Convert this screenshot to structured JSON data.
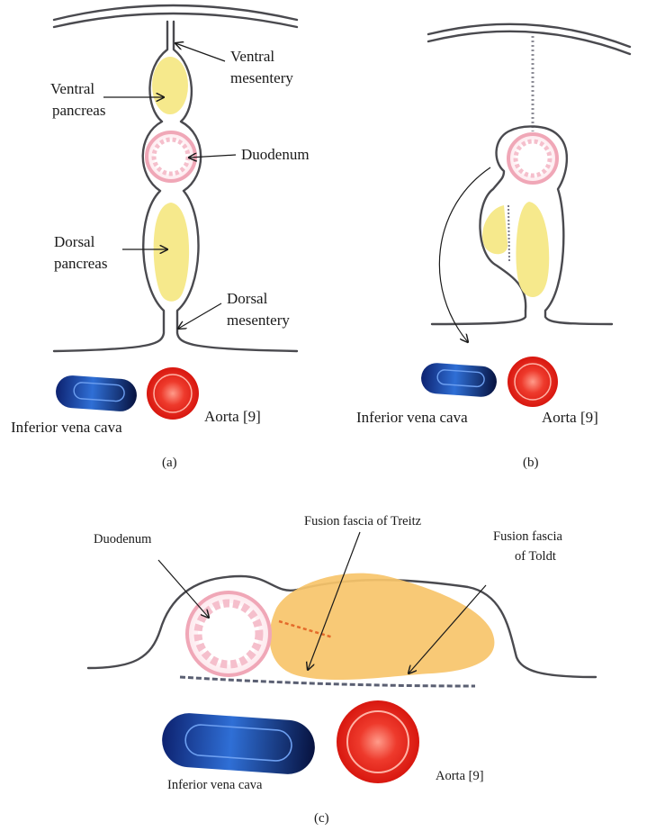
{
  "panels": {
    "a": {
      "label": "(a)",
      "labels": {
        "ventral_mesentery": [
          "Ventral",
          "mesentery"
        ],
        "ventral_pancreas": [
          "Ventral",
          "pancreas"
        ],
        "duodenum": "Duodenum",
        "dorsal_pancreas": [
          "Dorsal",
          "pancreas"
        ],
        "dorsal_mesentery": [
          "Dorsal",
          "mesentery"
        ],
        "ivc": "Inferior vena cava",
        "aorta": "Aorta [9]"
      }
    },
    "b": {
      "label": "(b)",
      "labels": {
        "ivc": "Inferior vena cava",
        "aorta": "Aorta [9]"
      }
    },
    "c": {
      "label": "(c)",
      "labels": {
        "duodenum": "Duodenum",
        "fusion_treitz": "Fusion fascia of Treitz",
        "fusion_toldt": [
          "Fusion fascia",
          "of Toldt"
        ],
        "ivc": "Inferior vena cava",
        "aorta": "Aorta [9]"
      }
    }
  },
  "colors": {
    "pancreas_a_b": "#f6e98c",
    "pancreas_c": "#f7c46a",
    "duodenum_ring": "#f0a7b7",
    "aorta": "#e8231e",
    "ivc": "#14287e",
    "wall": "#4a4a4f"
  }
}
